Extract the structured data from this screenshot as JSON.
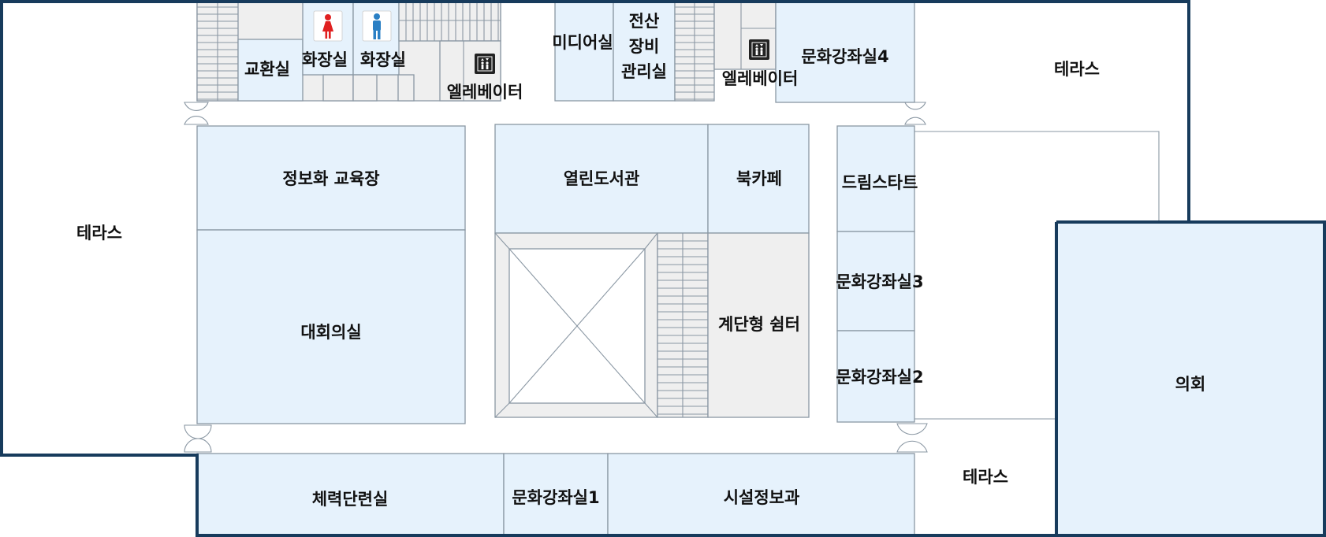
{
  "rooms": {
    "terrace_left": "테라스",
    "terrace_top_right": "테라스",
    "terrace_bottom": "테라스",
    "exchange_room": "교환실",
    "restroom_women": "화장실",
    "restroom_men": "화장실",
    "elevator_left": "엘레베이터",
    "media_room": "미디어실",
    "it_room_line1": "전산",
    "it_room_line2": "장비",
    "it_room_line3": "관리실",
    "elevator_right": "엘레베이터",
    "culture_room_4": "문화강좌실4",
    "info_edu": "정보화 교육장",
    "conference_hall": "대회의실",
    "open_library": "열린도서관",
    "book_cafe": "북카페",
    "step_shelter": "계단형 쉼터",
    "dream_start": "드림스타트",
    "culture_room_3": "문화강좌실3",
    "culture_room_2": "문화강좌실2",
    "assembly": "의회",
    "fitness_room": "체력단련실",
    "culture_room_1": "문화강좌실1",
    "facility_info": "시설정보과"
  },
  "colors": {
    "room_fill": "#e6f2fc",
    "corridor_fill": "#ffffff",
    "service_fill": "#efefef",
    "outline": "#173b5c",
    "restroom_women_icon": "#e02020",
    "restroom_men_icon": "#2a7fc4",
    "elevator_icon": "#222222"
  },
  "icons": [
    "restroom-women-icon",
    "restroom-men-icon",
    "elevator-icon",
    "elevator-icon",
    "stairs-icon",
    "door-swing-icon"
  ]
}
